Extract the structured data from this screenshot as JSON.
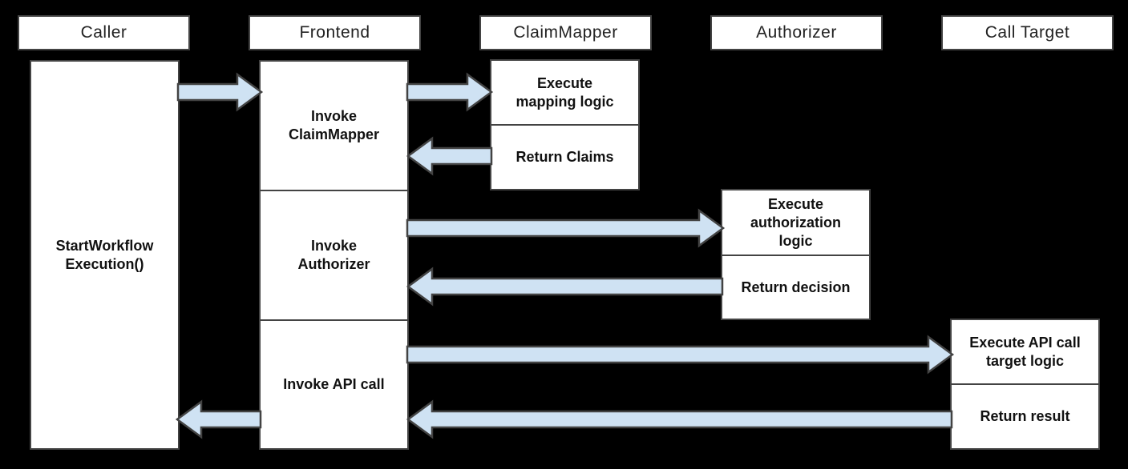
{
  "colors": {
    "background": "#000000",
    "box_fill": "#ffffff",
    "box_border": "#434343",
    "arrow_fill": "#cfe2f3",
    "arrow_border": "#434343",
    "text": "#1b1b1b"
  },
  "lanes": {
    "caller": {
      "label": "Caller"
    },
    "frontend": {
      "label": "Frontend"
    },
    "claimmapper": {
      "label": "ClaimMapper"
    },
    "authorizer": {
      "label": "Authorizer"
    },
    "calltarget": {
      "label": "Call Target"
    }
  },
  "steps": {
    "caller_activity": "StartWorkflow\nExecution()",
    "frontend_invoke_claimmapper": "Invoke\nClaimMapper",
    "frontend_invoke_authorizer": "Invoke\nAuthorizer",
    "frontend_invoke_api_call": "Invoke API call",
    "claimmapper_execute": "Execute\nmapping logic",
    "claimmapper_return": "Return Claims",
    "authorizer_execute": "Execute\nauthorization\nlogic",
    "authorizer_return": "Return decision",
    "calltarget_execute": "Execute API call\ntarget logic",
    "calltarget_return": "Return result"
  },
  "arrows": [
    {
      "from": "Caller",
      "to": "Frontend",
      "direction": "right",
      "meaning": "StartWorkflowExecution() call"
    },
    {
      "from": "Frontend",
      "to": "ClaimMapper",
      "direction": "right",
      "meaning": "Invoke ClaimMapper"
    },
    {
      "from": "ClaimMapper",
      "to": "Frontend",
      "direction": "left",
      "meaning": "Return Claims"
    },
    {
      "from": "Frontend",
      "to": "Authorizer",
      "direction": "right",
      "meaning": "Invoke Authorizer"
    },
    {
      "from": "Authorizer",
      "to": "Frontend",
      "direction": "left",
      "meaning": "Return decision"
    },
    {
      "from": "Frontend",
      "to": "Call Target",
      "direction": "right",
      "meaning": "Invoke API call"
    },
    {
      "from": "Call Target",
      "to": "Frontend",
      "direction": "left",
      "meaning": "Return result"
    },
    {
      "from": "Frontend",
      "to": "Caller",
      "direction": "left",
      "meaning": "Return result to caller"
    }
  ]
}
